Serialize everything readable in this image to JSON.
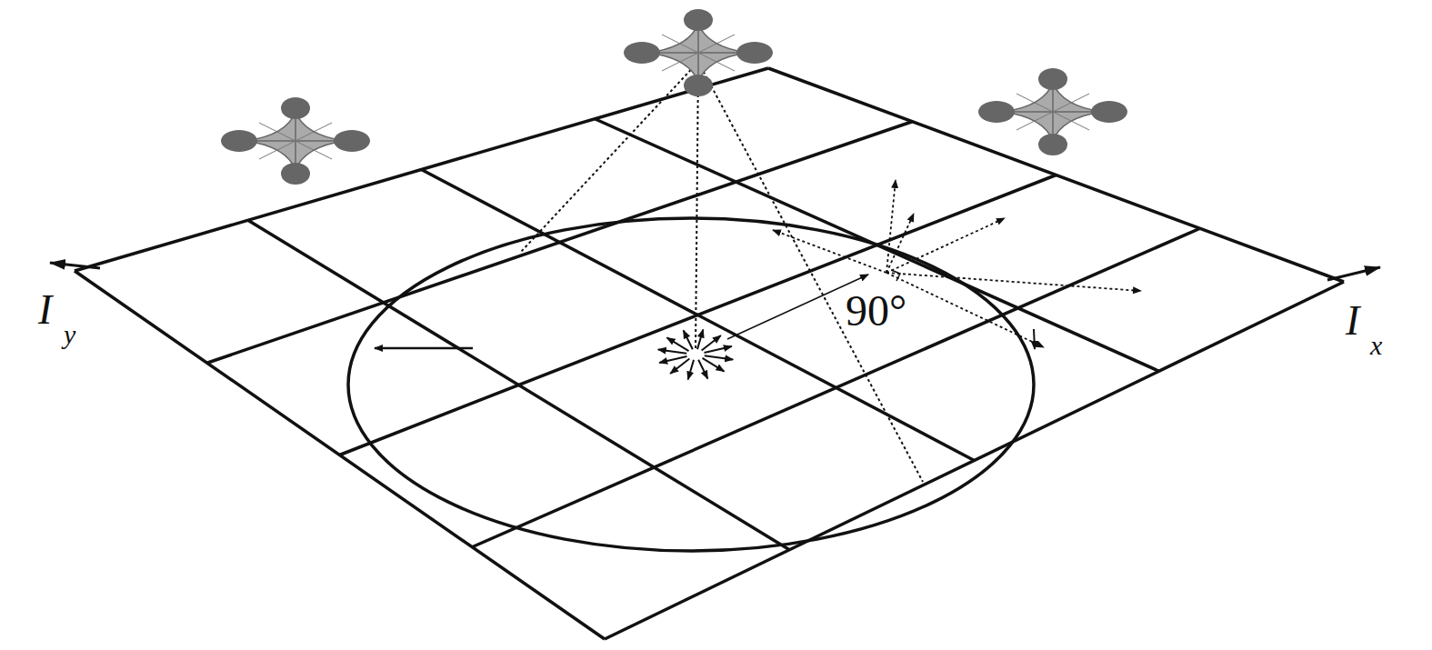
{
  "diagram": {
    "labels": [
      "I",
      "y",
      "I",
      "x",
      "90°"
    ]
  }
}
